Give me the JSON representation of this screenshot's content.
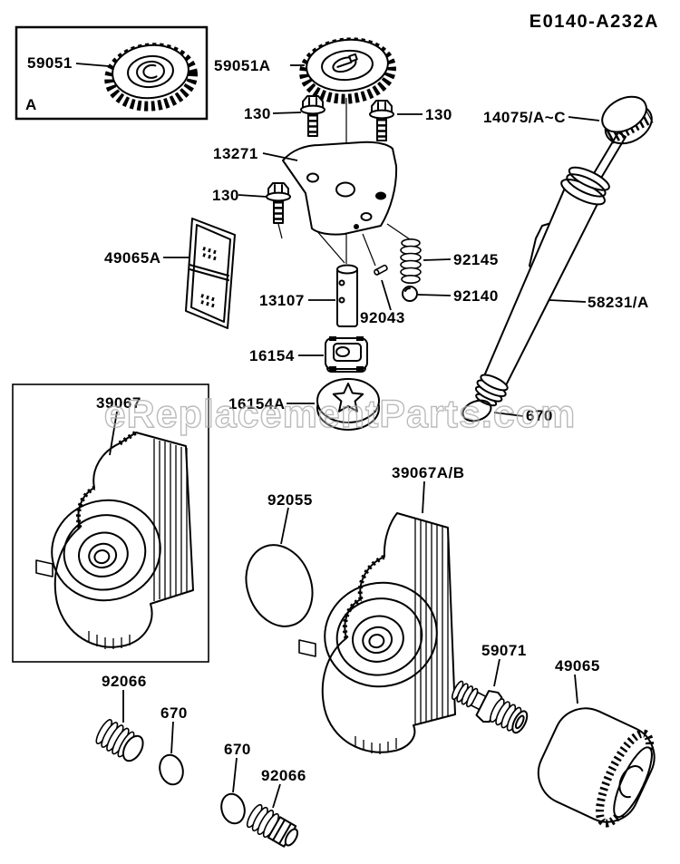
{
  "diagram": {
    "code": "E0140-A232A",
    "watermark": "eReplacementParts.com",
    "inset_marker": "A"
  },
  "parts": {
    "gear_inset": "59051",
    "gear": "59051A",
    "bolt_a": "130",
    "bolt_b": "130",
    "bolt_c": "130",
    "plate": "13271",
    "filler_cap": "14075/A~C",
    "screen": "49065A",
    "spring": "92145",
    "steel_ball": "92140",
    "pin": "13107",
    "pin_small": "92043",
    "filler_tube": "58231/A",
    "oring_tube": "670",
    "pump_rotor": "16154",
    "pump_rotor_a": "16154A",
    "cover_inset": "39067",
    "oring_cover": "92055",
    "cover": "39067A/B",
    "plug_a": "92066",
    "oring_a": "670",
    "oring_b": "670",
    "plug_b": "92066",
    "fitting": "59071",
    "oil_filter": "49065"
  }
}
